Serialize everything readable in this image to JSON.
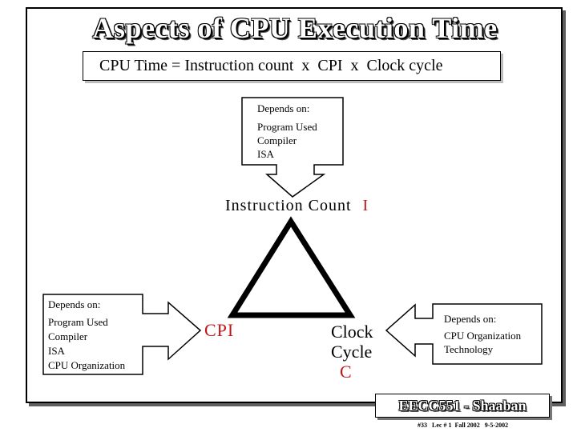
{
  "slide": {
    "title": "Aspects of CPU Execution Time",
    "formula": "CPU Time = Instruction count  x  CPI  x  Clock cycle"
  },
  "top_box": {
    "heading": "Depends on:",
    "items": [
      "Program Used",
      "Compiler",
      "ISA"
    ]
  },
  "left_box": {
    "heading": "Depends on:",
    "items": [
      "Program Used",
      "Compiler",
      "ISA",
      "CPU Organization"
    ]
  },
  "right_box": {
    "heading": "Depends on:",
    "items": [
      "CPU Organization",
      "Technology"
    ]
  },
  "triangle": {
    "top_label": "Instruction Count",
    "top_var": "I",
    "left_label": "CPI",
    "right_label_line1": "Clock",
    "right_label_line2": "Cycle",
    "right_var": "C"
  },
  "badge": "EECC551 - Shaaban",
  "footer": "#33   Lec # 1  Fall 2002   9-5-2002",
  "colors": {
    "variable": "#c0161a",
    "shadow": "#5f5f5f"
  }
}
